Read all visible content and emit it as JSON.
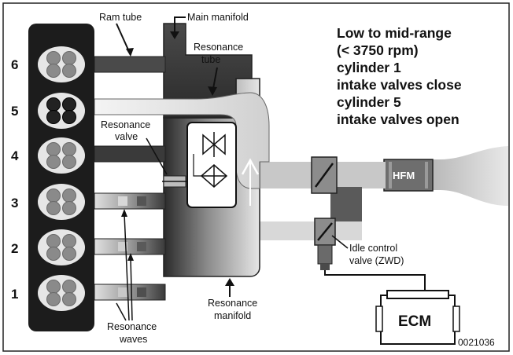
{
  "title_lines": [
    "Low to mid-range",
    "(< 3750 rpm)",
    "cylinder 1",
    "intake valves close",
    "cylinder 5",
    "intake valves open"
  ],
  "labels": {
    "ram_tube": "Ram tube",
    "main_manifold": "Main manifold",
    "resonance_tube_1": "Resonance",
    "resonance_tube_2": "tube",
    "resonance_valve_1": "Resonance",
    "resonance_valve_2": "valve",
    "resonance_waves_1": "Resonance",
    "resonance_waves_2": "waves",
    "resonance_manifold_1": "Resonance",
    "resonance_manifold_2": "manifold",
    "idle_valve_1": "Idle control",
    "idle_valve_2": "valve (ZWD)",
    "hfm": "HFM",
    "ecm": "ECM",
    "figure_code": "0021036"
  },
  "cylinders": [
    "6",
    "5",
    "4",
    "3",
    "2",
    "1"
  ],
  "colors": {
    "engine_block": "#1c1c1c",
    "manifold_dark": "#3a3a3a",
    "pipe_mid": "#7c7c7c",
    "pipe_light": "#c4c4c4",
    "flow_highlight": "#f0f0f0"
  }
}
